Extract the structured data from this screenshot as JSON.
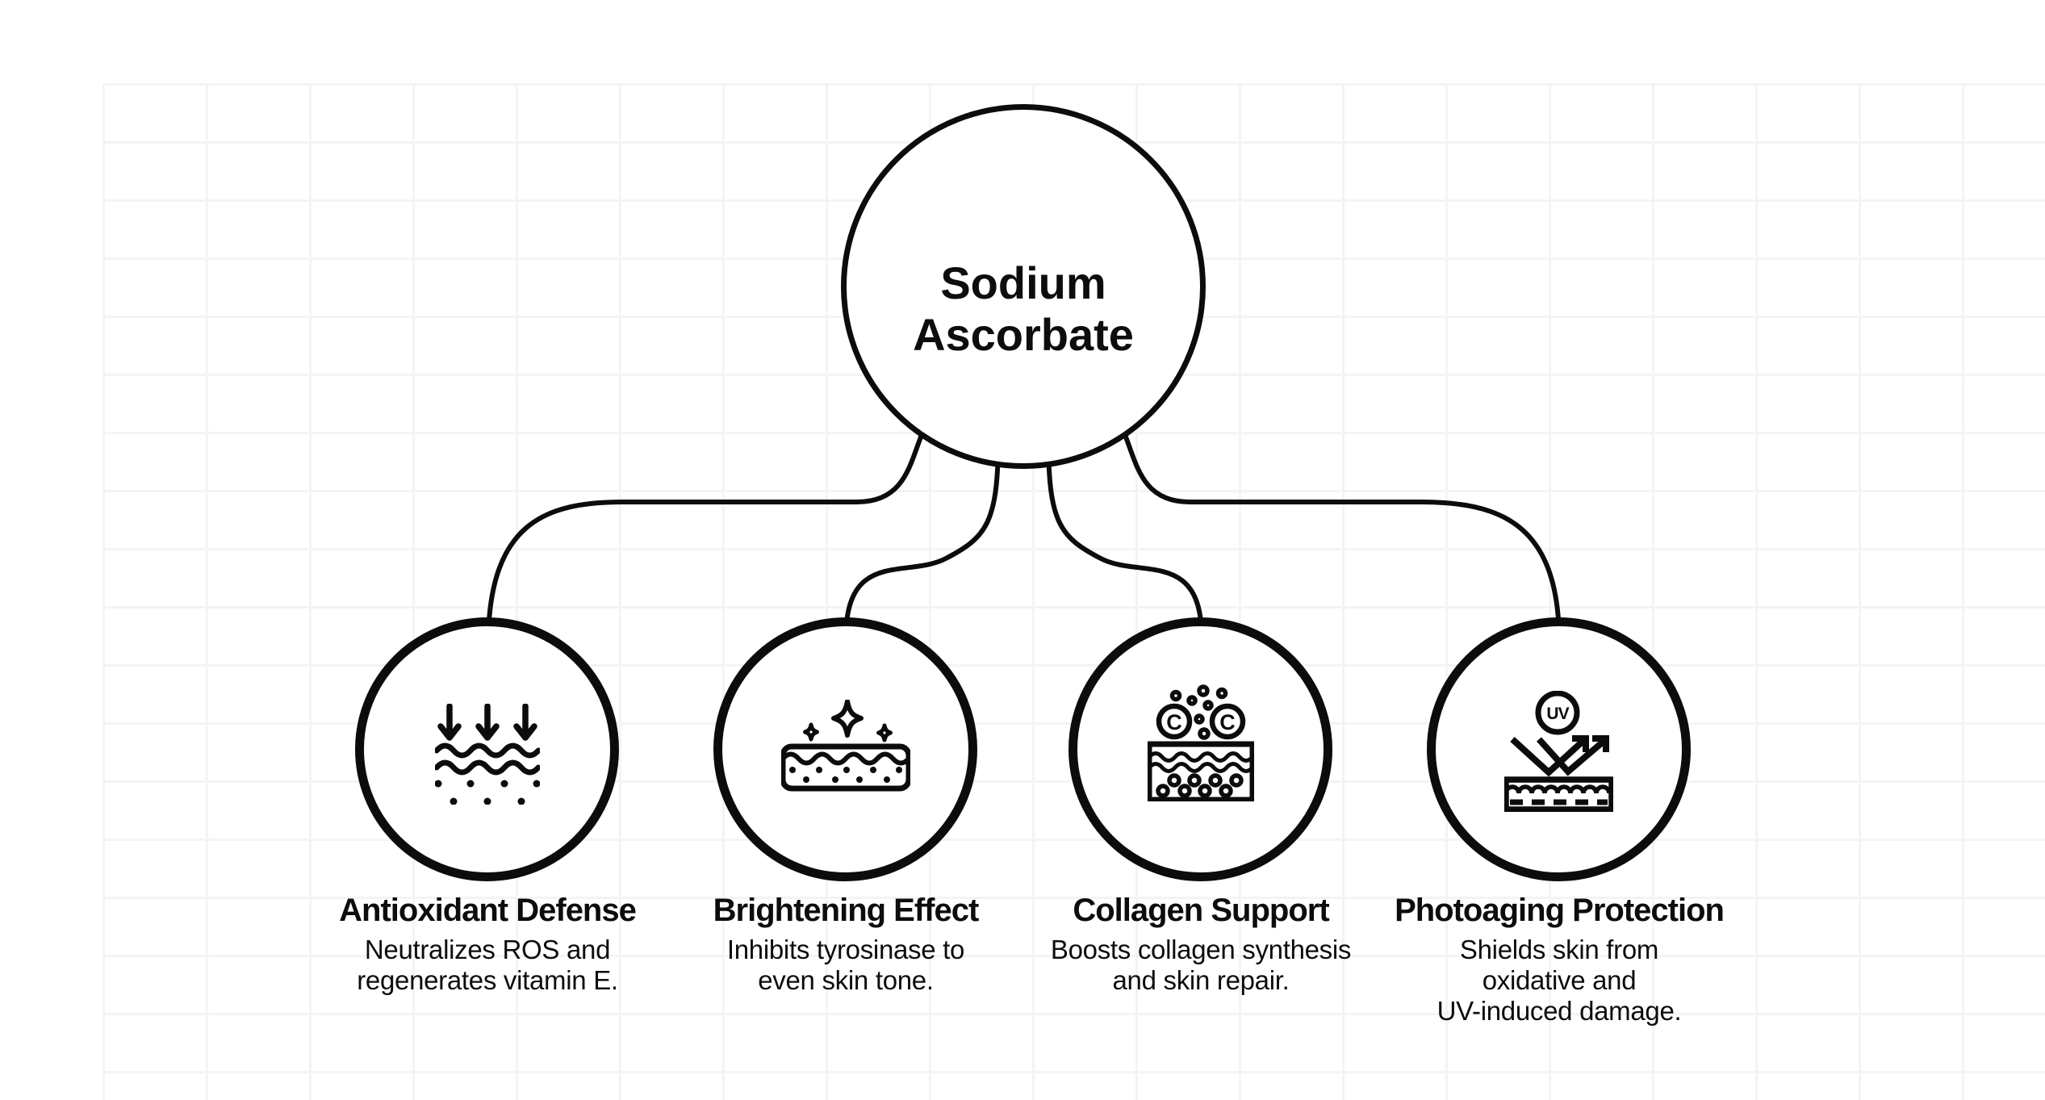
{
  "palette": {
    "ink": "#0c0c0c",
    "background": "#ffffff",
    "grid_line": "#f3f4f6"
  },
  "center": {
    "title_lines": [
      "Sodium",
      "Ascorbate"
    ]
  },
  "children": [
    {
      "id": "antioxidant-defense",
      "icon": "skin-arrows-dots-icon",
      "title": "Antioxidant Defense",
      "desc_lines": [
        "Neutralizes ROS and",
        "regenerates vitamin E."
      ]
    },
    {
      "id": "brightening-effect",
      "icon": "skin-sparkles-icon",
      "title": "Brightening Effect",
      "desc_lines": [
        "Inhibits tyrosinase to",
        "even skin tone."
      ]
    },
    {
      "id": "collagen-support",
      "icon": "vitamin-c-skin-icon",
      "title": "Collagen Support",
      "desc_lines": [
        "Boosts collagen synthesis",
        "and skin repair."
      ]
    },
    {
      "id": "photoaging-protection",
      "icon": "uv-reflect-skin-icon",
      "title": "Photoaging Protection",
      "desc_lines": [
        "Shields skin from",
        "oxidative and",
        "UV-induced damage."
      ]
    }
  ],
  "icon_glyphs": {
    "uv_badge": "UV",
    "vitamin_c": "C"
  }
}
